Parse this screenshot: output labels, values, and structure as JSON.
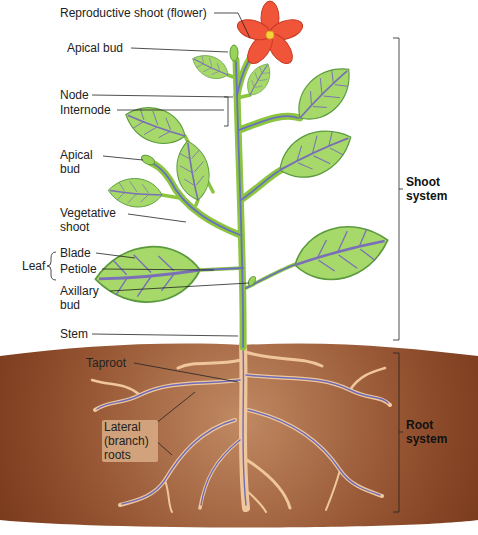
{
  "diagram": {
    "labels": [
      "Reproductive shoot (flower)",
      "Apical bud",
      "Node",
      "Internode",
      "Apical bud",
      "Vegetative shoot",
      "Leaf",
      "Blade",
      "Petiole",
      "Axillary bud",
      "Stem",
      "Taproot",
      "Lateral (branch) roots",
      "Shoot system",
      "Root system"
    ]
  }
}
